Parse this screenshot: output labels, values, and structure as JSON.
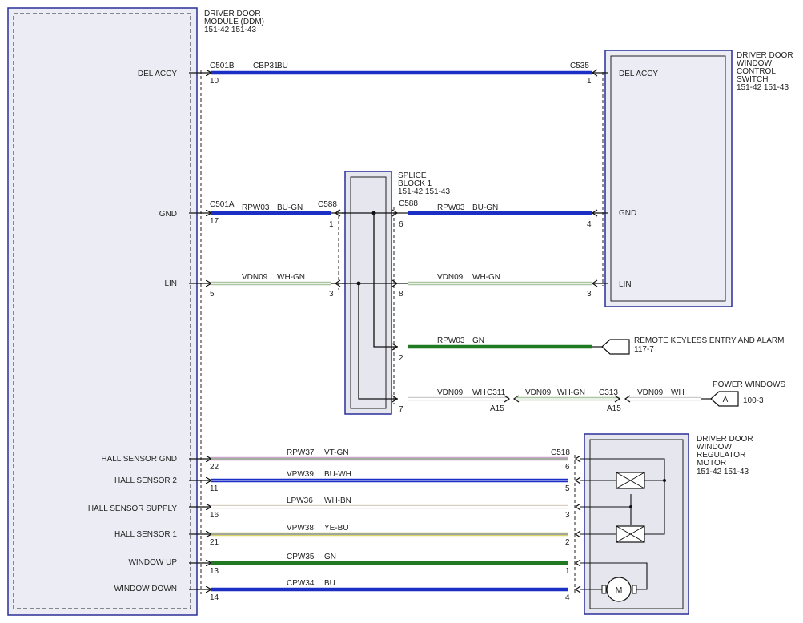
{
  "modules": {
    "ddm": {
      "title": [
        "DRIVER DOOR",
        "MODULE (DDM)",
        "151-42  151-43"
      ]
    },
    "switch": {
      "title": [
        "DRIVER DOOR",
        "WINDOW",
        "CONTROL",
        "SWITCH",
        "151-42  151-43"
      ]
    },
    "splice": {
      "title": [
        "SPLICE",
        "BLOCK 1",
        "151-42  151-43"
      ]
    },
    "motor": {
      "title": [
        "DRIVER DOOR",
        "WINDOW",
        "REGULATOR",
        "MOTOR",
        "151-42  151-43"
      ],
      "motor_symbol": "M"
    }
  },
  "ddm_pins": [
    {
      "label": "DEL ACCY"
    },
    {
      "label": "GND"
    },
    {
      "label": "LIN"
    },
    {
      "label": "HALL SENSOR GND"
    },
    {
      "label": "HALL SENSOR 2"
    },
    {
      "label": "HALL SENSOR SUPPLY"
    },
    {
      "label": "HALL SENSOR 1"
    },
    {
      "label": "WINDOW UP"
    },
    {
      "label": "WINDOW DOWN"
    }
  ],
  "switch_pins": [
    {
      "label": "DEL ACCY"
    },
    {
      "label": "GND"
    },
    {
      "label": "LIN"
    }
  ],
  "wires": [
    {
      "circuit": "CBP31",
      "color": "BU",
      "from_connector": "C501B",
      "from_pin": "10",
      "to_connector": "C535",
      "to_pin": "1",
      "stroke": "#1c2fc4"
    },
    {
      "circuit": "RPW03",
      "color": "BU-GN",
      "from_connector": "C501A",
      "from_pin": "17",
      "to_connector": "C588",
      "to_pin": "1",
      "stroke": "#1c2fc4"
    },
    {
      "circuit": "RPW03",
      "color": "BU-GN",
      "from_connector": "C588",
      "from_pin": "6",
      "to_pin": "4",
      "stroke": "#1c2fc4"
    },
    {
      "circuit": "VDN09",
      "color": "WH-GN",
      "from_pin": "5",
      "to_pin": "3",
      "stroke": "#a9c6a0"
    },
    {
      "circuit": "VDN09",
      "color": "WH-GN",
      "from_pin": "8",
      "to_pin": "3",
      "stroke": "#a9c6a0"
    },
    {
      "circuit": "RPW03",
      "color": "GN",
      "from_pin": "2",
      "stroke": "#1f7a22"
    },
    {
      "circuit": "VDN09",
      "color": "WH",
      "from_pin": "7",
      "to_connector": "C311",
      "to_pin": "A15",
      "stroke": "#cccccc"
    },
    {
      "circuit": "VDN09",
      "color": "WH-GN",
      "to_connector": "C313",
      "to_pin": "A15",
      "stroke": "#a9c6a0"
    },
    {
      "circuit": "VDN09",
      "color": "WH",
      "stroke": "#cccccc"
    },
    {
      "circuit": "RPW37",
      "color": "VT-GN",
      "from_pin": "22",
      "to_connector": "C518",
      "to_pin": "6",
      "stroke": "#c9a6c9"
    },
    {
      "circuit": "VPW39",
      "color": "BU-WH",
      "from_pin": "11",
      "to_pin": "5",
      "stroke": "#1c2fc4"
    },
    {
      "circuit": "LPW36",
      "color": "WH-BN",
      "from_pin": "16",
      "to_pin": "3",
      "stroke": "#d9d0c4"
    },
    {
      "circuit": "VPW38",
      "color": "YE-BU",
      "from_pin": "21",
      "to_pin": "2",
      "stroke": "#d8d46a"
    },
    {
      "circuit": "CPW35",
      "color": "GN",
      "from_pin": "13",
      "to_pin": "1",
      "stroke": "#1f7a22"
    },
    {
      "circuit": "CPW34",
      "color": "BU",
      "from_pin": "14",
      "to_pin": "4",
      "stroke": "#1c2fc4"
    }
  ],
  "references": {
    "remote_keyless": {
      "label": "REMOTE KEYLESS ENTRY AND ALARM",
      "page": "117-7"
    },
    "power_windows": {
      "label": "POWER WINDOWS",
      "symbol": "A",
      "page": "100-3"
    }
  }
}
